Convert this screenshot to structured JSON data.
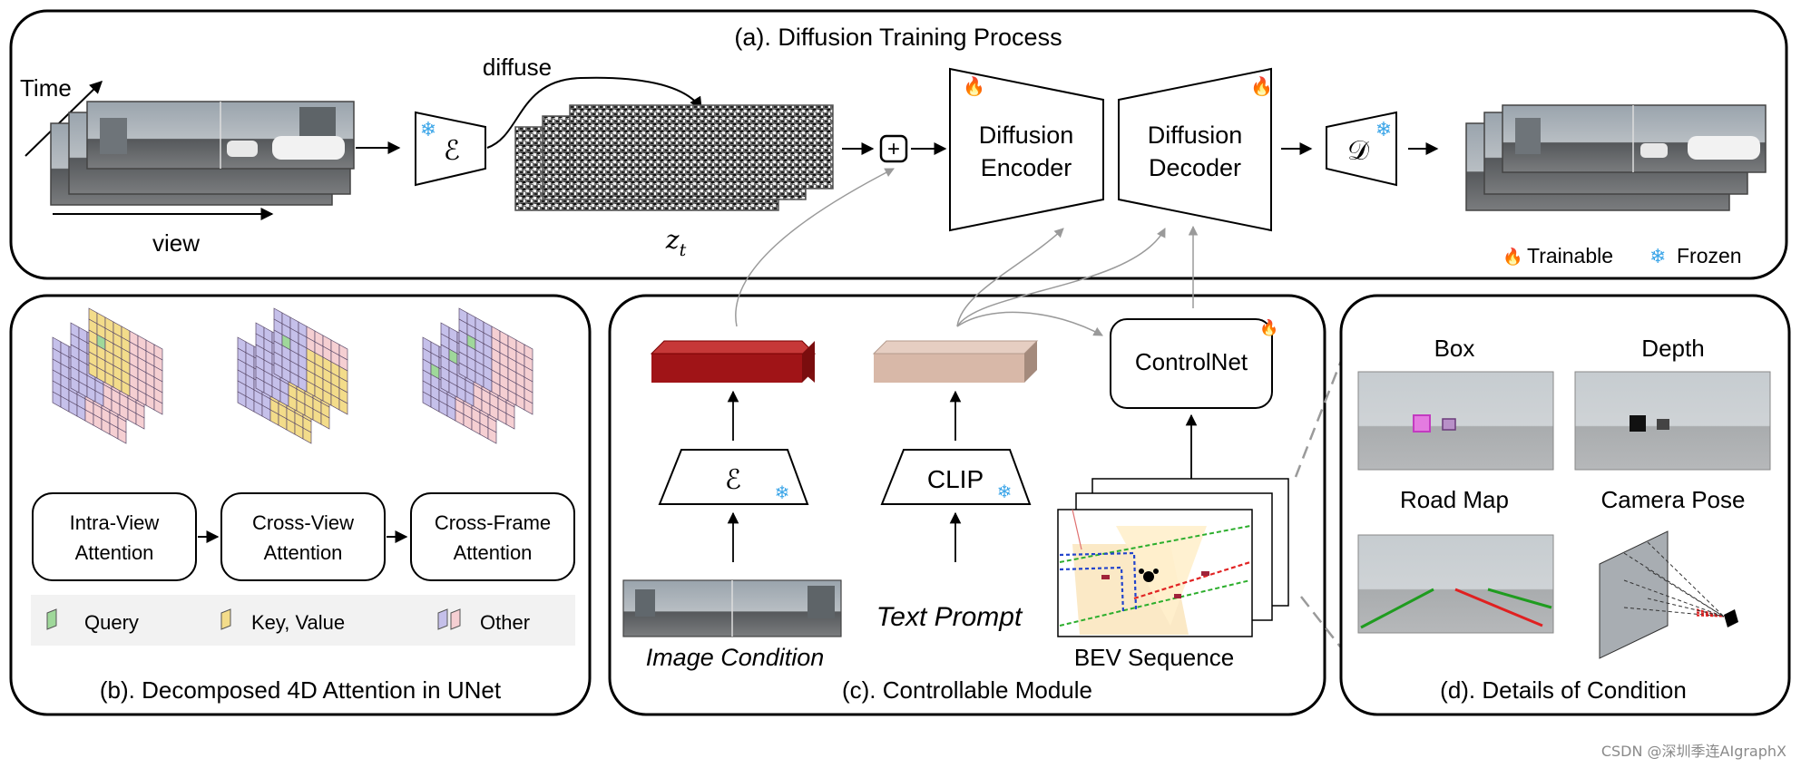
{
  "panel_a": {
    "title": "(a). Diffusion Training Process",
    "time_label": "Time",
    "view_label": "view",
    "diffuse_label": "diffuse",
    "encoder_symbol": "ℰ",
    "decoder_symbol": "𝒟",
    "zt_symbol": "z",
    "zt_subscript": "t",
    "plus_symbol": "+",
    "diffusion_encoder_line1": "Diffusion",
    "diffusion_encoder_line2": "Encoder",
    "diffusion_decoder_line1": "Diffusion",
    "diffusion_decoder_line2": "Decoder",
    "legend_trainable": "Trainable",
    "legend_frozen": "Frozen"
  },
  "panel_b": {
    "title": "(b). Decomposed 4D Attention in UNet",
    "boxes": [
      {
        "line1": "Intra-View",
        "line2": "Attention"
      },
      {
        "line1": "Cross-View",
        "line2": "Attention"
      },
      {
        "line1": "Cross-Frame",
        "line2": "Attention"
      }
    ],
    "legend": {
      "query": "Query",
      "key_value": "Key, Value",
      "other": "Other"
    }
  },
  "panel_c": {
    "title": "(c). Controllable Module",
    "encoder_symbol": "ℰ",
    "clip_label": "CLIP",
    "controlnet_label": "ControlNet",
    "image_condition_label": "Image Condition",
    "text_prompt_label": "Text Prompt",
    "bev_sequence_label": "BEV Sequence"
  },
  "panel_d": {
    "title": "(d). Details of Condition",
    "box_label": "Box",
    "depth_label": "Depth",
    "road_map_label": "Road Map",
    "camera_pose_label": "Camera Pose"
  },
  "watermark": "CSDN @深圳季连AIgraphX",
  "colors": {
    "image_embedding": "#a01417",
    "text_embedding": "#d8b8a8",
    "query": "#9fd89a",
    "key_value": "#f3dc8a",
    "other_purple": "#c5c0ea",
    "other_pink": "#f5cfd2",
    "frozen": "#3ba5e8",
    "trainable": "#f06a1c"
  }
}
